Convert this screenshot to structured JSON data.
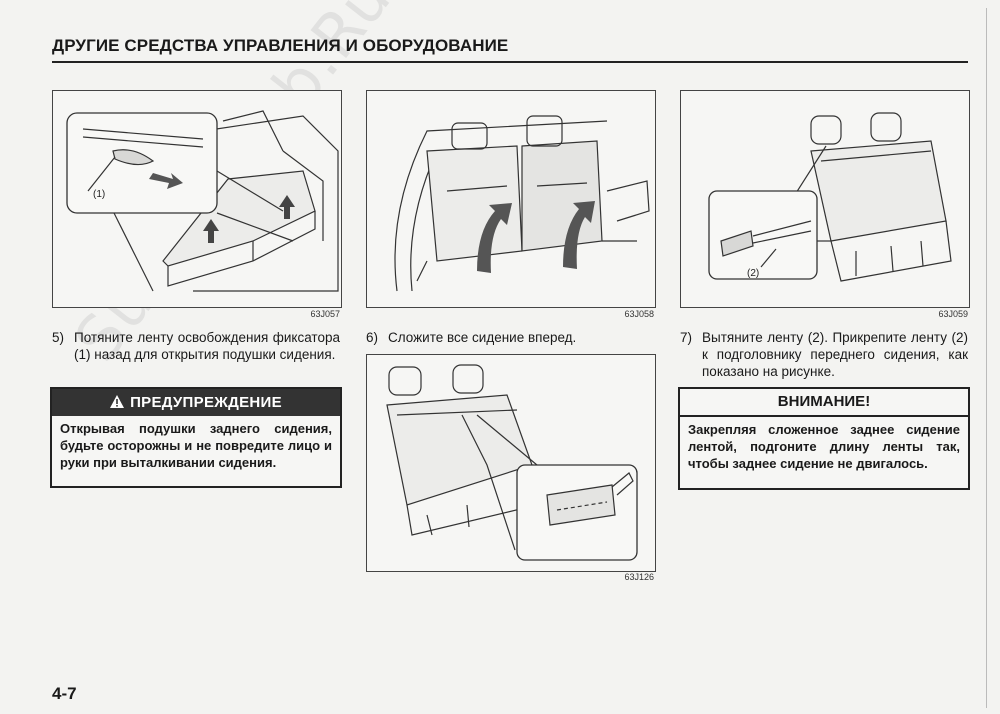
{
  "page": {
    "section_title": "ДРУГИЕ СРЕДСТВА УПРАВЛЕНИЯ И ОБОРУДОВАНИЕ",
    "page_number": "4-7",
    "watermark": "SuzukiClub.Ru © Webber"
  },
  "figures": {
    "fig1": {
      "code": "63J057",
      "callout": "(1)"
    },
    "fig2": {
      "code": "63J058"
    },
    "fig3": {
      "code": "63J059",
      "callout": "(2)"
    },
    "fig4": {
      "code": "63J126"
    }
  },
  "steps": {
    "step5": {
      "number": "5)",
      "text": "Потяните ленту освобождения фиксатора (1) назад для открытия подушки сидения."
    },
    "step6": {
      "number": "6)",
      "text": "Сложите все сидение вперед."
    },
    "step7": {
      "number": "7)",
      "text": "Вытяните ленту (2). Прикрепите ленту (2) к подголовнику переднего сидения, как показано на рисунке."
    }
  },
  "warning": {
    "icon": "warning-triangle-icon",
    "title": "ПРЕДУПРЕЖДЕНИЕ",
    "text": "Открывая подушки заднего сидения, будьте осторожны и не повредите лицо и руки при выталкивании сидения."
  },
  "caution": {
    "title": "ВНИМАНИЕ!",
    "text": "Закрепляя сложенное заднее сидение лентой, подгоните длину ленты так, чтобы заднее сидение не двигалось."
  }
}
